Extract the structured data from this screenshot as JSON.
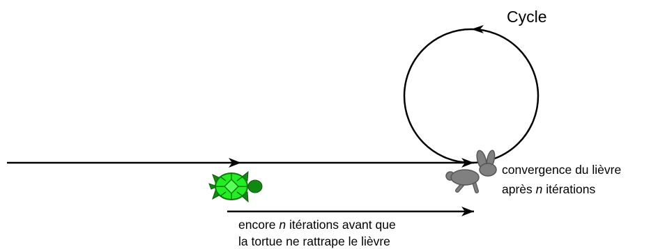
{
  "diagram": {
    "cycle_title": "Cycle",
    "hare_label": {
      "line1": "convergence du lièvre",
      "line2_before": "après ",
      "line2_var": "n",
      "line2_after": " itérations"
    },
    "tortoise_label": {
      "line1_before": "encore ",
      "line1_var": "n",
      "line1_after": " itérations avant que",
      "line2": "la tortue ne rattrape le lièvre"
    },
    "colors": {
      "stroke": "#000000",
      "tortoise_shell": "#22ee22",
      "tortoise_body": "#118811",
      "hare": "#808080",
      "hare_outline": "#555555"
    },
    "icons": [
      "tortoise-icon",
      "hare-icon"
    ]
  }
}
